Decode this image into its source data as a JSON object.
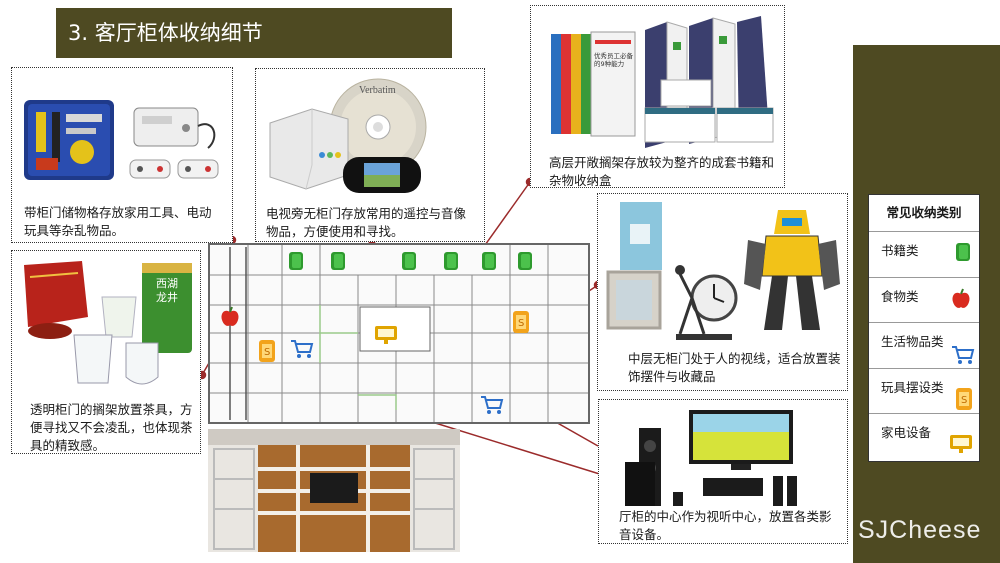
{
  "title": "3. 客厅柜体收纳细节",
  "colors": {
    "title_bg": "#4e4a22",
    "band_bg": "#4e4a22",
    "connector": "#9b2b2b",
    "book_icon": "#2e9a2e",
    "food_icon": "#d92b1f",
    "cart_icon": "#2d6fc9",
    "toy_icon": "#f2a31b",
    "appliance_icon": "#e0a400"
  },
  "callouts": {
    "tools": "带柜门储物格存放家用工具、电动玩具等杂乱物品。",
    "media": "电视旁无柜门存放常用的遥控与音像物品，方便使用和寻找。",
    "books": "高层开敞搁架存放较为整齐的成套书籍和杂物收纳盒",
    "tea": "透明柜门的搁架放置茶具，方便寻找又不会凌乱，也体现茶具的精致感。",
    "decor": "中层无柜门处于人的视线，适合放置装饰摆件与收藏品",
    "av": "厅柜的中心作为视听中心，放置各类影音设备。"
  },
  "product_text": {
    "cd_brand": "Verbatim",
    "book_cover": "优秀员工必备的9种能力",
    "tea_can": "西湖 龙井"
  },
  "legend": {
    "title": "常见收纳类别",
    "items": [
      {
        "label": "书籍类",
        "icon": "book-icon"
      },
      {
        "label": "食物类",
        "icon": "apple-icon"
      },
      {
        "label": "生活物品类",
        "icon": "cart-icon"
      },
      {
        "label": "玩具摆设类",
        "icon": "toy-icon"
      },
      {
        "label": "家电设备",
        "icon": "monitor-icon"
      }
    ]
  },
  "watermark": "SJCheese"
}
